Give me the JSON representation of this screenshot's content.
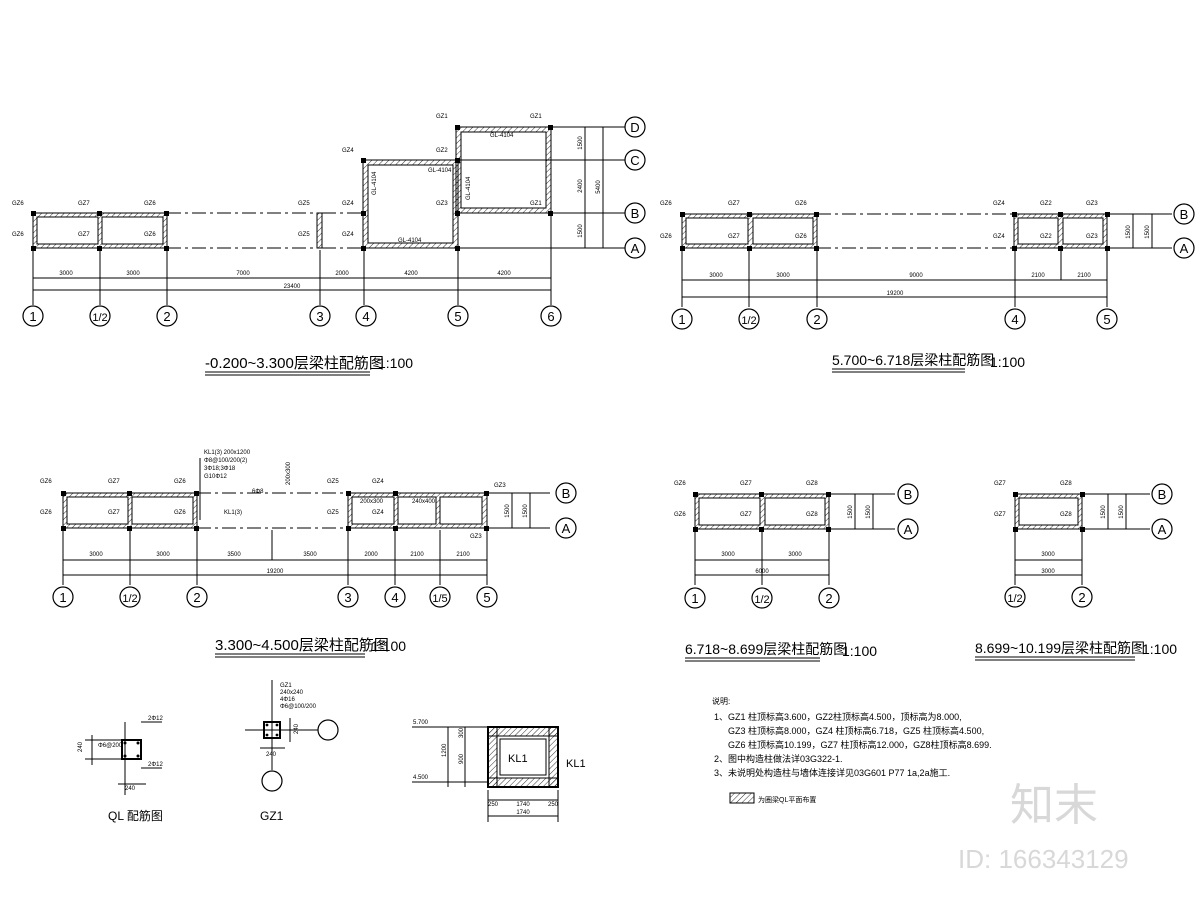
{
  "plans": {
    "p1": {
      "title": "-0.200~3.300层梁柱配筋图",
      "scale": "1:100",
      "axes_x": [
        "1",
        "1/2",
        "2",
        "3",
        "4",
        "5",
        "6"
      ],
      "axes_y": [
        "A",
        "B",
        "C",
        "D"
      ],
      "dims_bottom": [
        "3000",
        "3000",
        "7000",
        "2000",
        "4200",
        "4200"
      ],
      "total": "23400",
      "dims_right": [
        "1500",
        "2400",
        "1500"
      ],
      "dim_right_total": "5400",
      "cols": [
        "GZ6",
        "GZ6",
        "GZ7",
        "GZ7",
        "GZ6",
        "GZ6",
        "GZ5",
        "GZ5",
        "GZ4",
        "GZ4",
        "GZ4",
        "GZ3",
        "GZ1",
        "GZ1",
        "GZ1",
        "GZ2"
      ],
      "beams": [
        "GL-4104",
        "GL-4104",
        "GL-4104",
        "GL-4104",
        "GL-4104"
      ]
    },
    "p2": {
      "title": "5.700~6.718层梁柱配筋图",
      "scale": "1:100",
      "axes_x": [
        "1",
        "1/2",
        "2",
        "4",
        "5"
      ],
      "axes_y": [
        "A",
        "B"
      ],
      "dims_bottom": [
        "3000",
        "3000",
        "9000",
        "2100",
        "2100"
      ],
      "total": "19200",
      "dims_right": [
        "1500",
        "1500"
      ],
      "cols": [
        "GZ6",
        "GZ6",
        "GZ7",
        "GZ7",
        "GZ6",
        "GZ6",
        "GZ4",
        "GZ4",
        "GZ2",
        "GZ2",
        "GZ3",
        "GZ3"
      ]
    },
    "p3": {
      "title": "3.300~4.500层梁柱配筋图",
      "scale": "1:100",
      "axes_x": [
        "1",
        "1/2",
        "2",
        "3",
        "4",
        "1/5",
        "5"
      ],
      "axes_y": [
        "A",
        "B"
      ],
      "dims_bottom": [
        "3000",
        "3000",
        "3500",
        "3500",
        "2000",
        "2100",
        "2100"
      ],
      "total": "19200",
      "dims_right": [
        "1500",
        "1500"
      ],
      "beam_note": [
        "KL1(3) 200x1200",
        "Φ8@100/200(2)",
        "3Φ18;3Φ18",
        "G10Φ12"
      ],
      "beam_label": "KL1(3)",
      "beam_label2": "6Φ8",
      "sec1": "200x300",
      "sec2": "200x300",
      "sec3": "240x400",
      "cols": [
        "GZ6",
        "GZ6",
        "GZ7",
        "GZ7",
        "GZ6",
        "GZ6",
        "GZ5",
        "GZ5",
        "GZ4",
        "GZ4",
        "GZ3",
        "GZ3"
      ]
    },
    "p4": {
      "title": "6.718~8.699层梁柱配筋图",
      "scale": "1:100",
      "axes_x": [
        "1",
        "1/2",
        "2"
      ],
      "axes_y": [
        "A",
        "B"
      ],
      "dims_bottom": [
        "3000",
        "3000"
      ],
      "total": "6000",
      "dims_right": [
        "1500",
        "1500"
      ],
      "cols": [
        "GZ6",
        "GZ6",
        "GZ7",
        "GZ7",
        "GZ8",
        "GZ8"
      ]
    },
    "p5": {
      "title": "8.699~10.199层梁柱配筋图",
      "scale": "1:100",
      "axes_x": [
        "1/2",
        "2"
      ],
      "axes_y": [
        "A",
        "B"
      ],
      "dims_bottom": [
        "3000"
      ],
      "dims_right": [
        "1500",
        "1500"
      ],
      "cols": [
        "GZ7",
        "GZ7",
        "GZ8",
        "GZ8"
      ]
    }
  },
  "details": {
    "ql": {
      "title": "QL 配筋图",
      "rebar_top": "2Φ12",
      "rebar_bot": "2Φ12",
      "stirrup": "Φ6@200",
      "dim_h": "240",
      "dim_w": "240"
    },
    "gz1": {
      "title": "GZ1",
      "lines": [
        "GZ1",
        "240x240",
        "4Φ16",
        "Φ6@100/200"
      ],
      "dim": "240"
    },
    "kl1": {
      "label": "KL1",
      "label2": "KL1",
      "el_top": "5.700",
      "el_bot": "4.500",
      "dims_v": [
        "1200",
        "300",
        "900"
      ],
      "dims_h": [
        "250",
        "1740",
        "250"
      ],
      "total_h": "1740"
    }
  },
  "notes": {
    "header": "说明:",
    "items": [
      "1、GZ1 柱顶标高3.600，GZ2柱顶标高4.500，顶标高为8.000,",
      "GZ3 柱顶标高8.000，GZ4 柱顶标高6.718，GZ5 柱顶标高4.500,",
      "GZ6 柱顶标高10.199，GZ7 柱顶标高12.000，GZ8柱顶标高8.699.",
      "2、图中构造柱做法详03G322-1.",
      "3、未说明处构造柱与墙体连接详见03G601 P77 1a,2a施工."
    ],
    "legend": "为圈梁QL平面布置"
  },
  "watermark": {
    "logo": "知末",
    "id": "ID: 166343129"
  }
}
